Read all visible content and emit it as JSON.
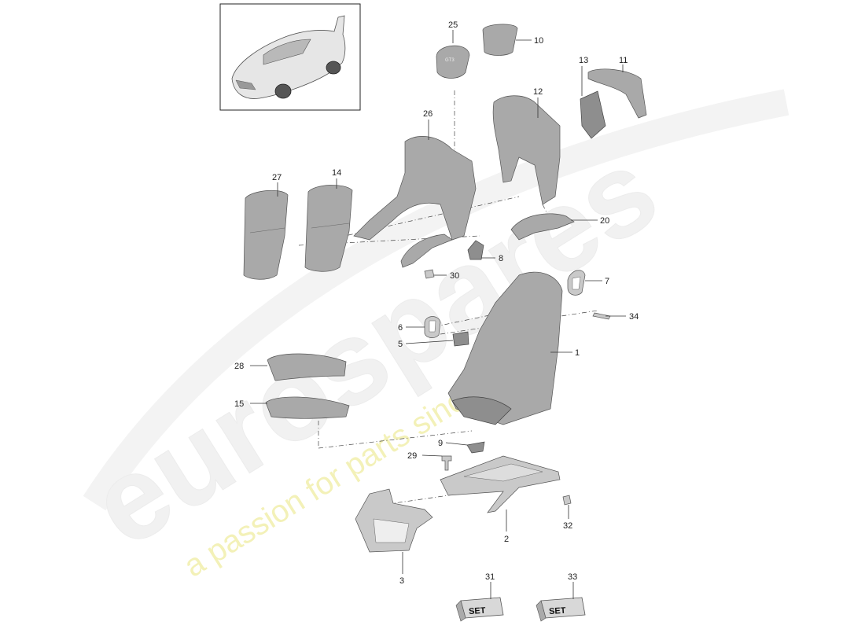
{
  "watermark": {
    "brand": "eurospares",
    "tagline": "a passion for parts since 1985"
  },
  "callouts": {
    "c1": "1",
    "c2": "2",
    "c3": "3",
    "c5": "5",
    "c6": "6",
    "c7": "7",
    "c8": "8",
    "c9": "9",
    "c10": "10",
    "c11": "11",
    "c12": "12",
    "c13": "13",
    "c14": "14",
    "c15": "15",
    "c20": "20",
    "c25": "25",
    "c26": "26",
    "c27": "27",
    "c28": "28",
    "c29": "29",
    "c30": "30",
    "c31": "31",
    "c32": "32",
    "c33": "33",
    "c34": "34"
  },
  "sets": {
    "left_label": "SET",
    "right_label": "SET"
  }
}
